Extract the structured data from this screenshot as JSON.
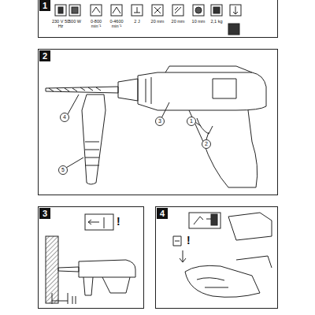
{
  "diagram": {
    "nodes": [
      {
        "text": [
          "1"
        ]
      },
      {
        "text": [
          "2"
        ]
      },
      {
        "text": [
          "3"
        ]
      },
      {
        "text": [
          "4"
        ]
      }
    ],
    "labels": [
      "230 V 50 Hz",
      "500 W",
      "0-800 min⁻¹",
      "0-4600 min⁻¹",
      "2 J",
      "20 mm",
      "20 mm",
      "10 mm",
      "2,1 kg",
      "4",
      "5",
      "3",
      "1",
      "2",
      "!",
      "!"
    ]
  }
}
